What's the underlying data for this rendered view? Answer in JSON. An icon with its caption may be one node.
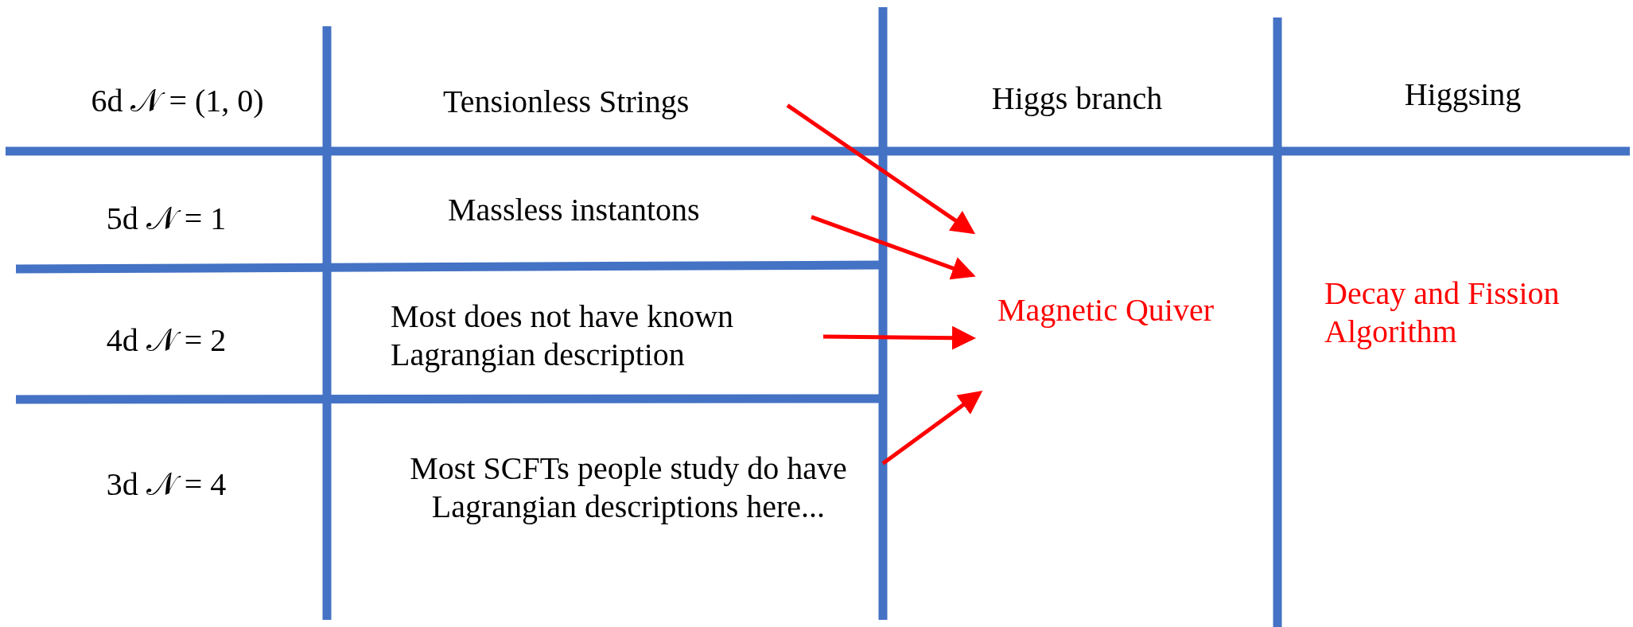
{
  "diagram": {
    "nodes": [
      {
        "text": [
          "Tensionless Strings"
        ]
      },
      {
        "text": [
          "Massless instantons"
        ]
      },
      {
        "text": [
          "Most does not have known Lagrangian description"
        ]
      },
      {
        "text": [
          "Most SCFTs people study do have Lagrangian descriptions here..."
        ]
      },
      {
        "text": [
          "Magnetic Quiver"
        ]
      }
    ],
    "edges": [
      {
        "from": 0,
        "to": 4,
        "arrow": "to"
      },
      {
        "from": 1,
        "to": 4,
        "arrow": "to"
      },
      {
        "from": 2,
        "to": 4,
        "arrow": "to"
      },
      {
        "from": 3,
        "to": 4,
        "arrow": "to"
      }
    ],
    "labels": [
      "6d 𝒩 = (1, 0)",
      "Higgs branch",
      "Higgsing",
      "5d 𝒩 = 1",
      "4d 𝒩 = 2",
      "Decay and Fission Algorithm",
      "3d 𝒩 = 4"
    ]
  }
}
